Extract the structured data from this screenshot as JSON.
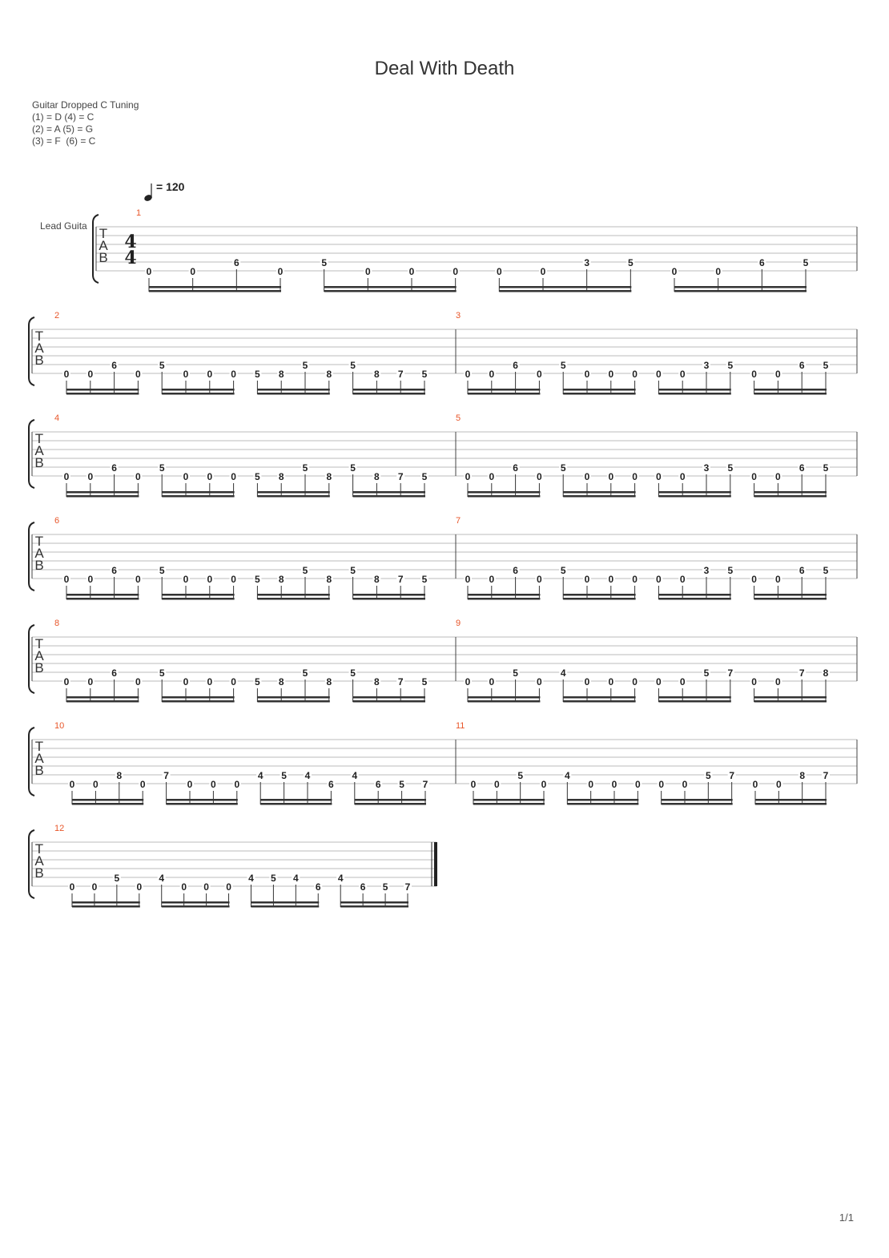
{
  "title": "Deal With Death",
  "tuning": {
    "name": "Guitar Dropped C Tuning",
    "lines": [
      "(1) = D (4) = C",
      "(2) = A (5) = G",
      "(3) = F  (6) = C"
    ]
  },
  "tempo": {
    "bpm_label": "= 120"
  },
  "instrument": "Lead Guita",
  "time_signature": {
    "top": "4",
    "bottom": "4"
  },
  "tab_clef": [
    "T",
    "A",
    "B"
  ],
  "page_number": "1/1",
  "measures": [
    {
      "number": "1",
      "notes": [
        [
          6,
          "0"
        ],
        [
          6,
          "0"
        ],
        [
          5,
          "6"
        ],
        [
          6,
          "0"
        ],
        [
          5,
          "5"
        ],
        [
          6,
          "0"
        ],
        [
          6,
          "0"
        ],
        [
          6,
          "0"
        ],
        [
          6,
          "0"
        ],
        [
          6,
          "0"
        ],
        [
          5,
          "3"
        ],
        [
          5,
          "5"
        ],
        [
          6,
          "0"
        ],
        [
          6,
          "0"
        ],
        [
          5,
          "6"
        ],
        [
          5,
          "5"
        ]
      ]
    },
    {
      "number": "2",
      "notes": [
        [
          6,
          "0"
        ],
        [
          6,
          "0"
        ],
        [
          5,
          "6"
        ],
        [
          6,
          "0"
        ],
        [
          5,
          "5"
        ],
        [
          6,
          "0"
        ],
        [
          6,
          "0"
        ],
        [
          6,
          "0"
        ],
        [
          6,
          "5"
        ],
        [
          6,
          "8"
        ],
        [
          5,
          "5"
        ],
        [
          6,
          "8"
        ],
        [
          5,
          "5"
        ],
        [
          6,
          "8"
        ],
        [
          6,
          "7"
        ],
        [
          6,
          "5"
        ]
      ]
    },
    {
      "number": "3",
      "notes": [
        [
          6,
          "0"
        ],
        [
          6,
          "0"
        ],
        [
          5,
          "6"
        ],
        [
          6,
          "0"
        ],
        [
          5,
          "5"
        ],
        [
          6,
          "0"
        ],
        [
          6,
          "0"
        ],
        [
          6,
          "0"
        ],
        [
          6,
          "0"
        ],
        [
          6,
          "0"
        ],
        [
          5,
          "3"
        ],
        [
          5,
          "5"
        ],
        [
          6,
          "0"
        ],
        [
          6,
          "0"
        ],
        [
          5,
          "6"
        ],
        [
          5,
          "5"
        ]
      ]
    },
    {
      "number": "4",
      "notes": [
        [
          6,
          "0"
        ],
        [
          6,
          "0"
        ],
        [
          5,
          "6"
        ],
        [
          6,
          "0"
        ],
        [
          5,
          "5"
        ],
        [
          6,
          "0"
        ],
        [
          6,
          "0"
        ],
        [
          6,
          "0"
        ],
        [
          6,
          "5"
        ],
        [
          6,
          "8"
        ],
        [
          5,
          "5"
        ],
        [
          6,
          "8"
        ],
        [
          5,
          "5"
        ],
        [
          6,
          "8"
        ],
        [
          6,
          "7"
        ],
        [
          6,
          "5"
        ]
      ]
    },
    {
      "number": "5",
      "notes": [
        [
          6,
          "0"
        ],
        [
          6,
          "0"
        ],
        [
          5,
          "6"
        ],
        [
          6,
          "0"
        ],
        [
          5,
          "5"
        ],
        [
          6,
          "0"
        ],
        [
          6,
          "0"
        ],
        [
          6,
          "0"
        ],
        [
          6,
          "0"
        ],
        [
          6,
          "0"
        ],
        [
          5,
          "3"
        ],
        [
          5,
          "5"
        ],
        [
          6,
          "0"
        ],
        [
          6,
          "0"
        ],
        [
          5,
          "6"
        ],
        [
          5,
          "5"
        ]
      ]
    },
    {
      "number": "6",
      "notes": [
        [
          6,
          "0"
        ],
        [
          6,
          "0"
        ],
        [
          5,
          "6"
        ],
        [
          6,
          "0"
        ],
        [
          5,
          "5"
        ],
        [
          6,
          "0"
        ],
        [
          6,
          "0"
        ],
        [
          6,
          "0"
        ],
        [
          6,
          "5"
        ],
        [
          6,
          "8"
        ],
        [
          5,
          "5"
        ],
        [
          6,
          "8"
        ],
        [
          5,
          "5"
        ],
        [
          6,
          "8"
        ],
        [
          6,
          "7"
        ],
        [
          6,
          "5"
        ]
      ]
    },
    {
      "number": "7",
      "notes": [
        [
          6,
          "0"
        ],
        [
          6,
          "0"
        ],
        [
          5,
          "6"
        ],
        [
          6,
          "0"
        ],
        [
          5,
          "5"
        ],
        [
          6,
          "0"
        ],
        [
          6,
          "0"
        ],
        [
          6,
          "0"
        ],
        [
          6,
          "0"
        ],
        [
          6,
          "0"
        ],
        [
          5,
          "3"
        ],
        [
          5,
          "5"
        ],
        [
          6,
          "0"
        ],
        [
          6,
          "0"
        ],
        [
          5,
          "6"
        ],
        [
          5,
          "5"
        ]
      ]
    },
    {
      "number": "8",
      "notes": [
        [
          6,
          "0"
        ],
        [
          6,
          "0"
        ],
        [
          5,
          "6"
        ],
        [
          6,
          "0"
        ],
        [
          5,
          "5"
        ],
        [
          6,
          "0"
        ],
        [
          6,
          "0"
        ],
        [
          6,
          "0"
        ],
        [
          6,
          "5"
        ],
        [
          6,
          "8"
        ],
        [
          5,
          "5"
        ],
        [
          6,
          "8"
        ],
        [
          5,
          "5"
        ],
        [
          6,
          "8"
        ],
        [
          6,
          "7"
        ],
        [
          6,
          "5"
        ]
      ]
    },
    {
      "number": "9",
      "notes": [
        [
          6,
          "0"
        ],
        [
          6,
          "0"
        ],
        [
          5,
          "5"
        ],
        [
          6,
          "0"
        ],
        [
          5,
          "4"
        ],
        [
          6,
          "0"
        ],
        [
          6,
          "0"
        ],
        [
          6,
          "0"
        ],
        [
          6,
          "0"
        ],
        [
          6,
          "0"
        ],
        [
          5,
          "5"
        ],
        [
          5,
          "7"
        ],
        [
          6,
          "0"
        ],
        [
          6,
          "0"
        ],
        [
          5,
          "7"
        ],
        [
          5,
          "8"
        ]
      ]
    },
    {
      "number": "10",
      "notes": [
        [
          6,
          "0"
        ],
        [
          6,
          "0"
        ],
        [
          5,
          "8"
        ],
        [
          6,
          "0"
        ],
        [
          5,
          "7"
        ],
        [
          6,
          "0"
        ],
        [
          6,
          "0"
        ],
        [
          6,
          "0"
        ],
        [
          5,
          "4"
        ],
        [
          5,
          "5"
        ],
        [
          5,
          "4"
        ],
        [
          6,
          "6"
        ],
        [
          5,
          "4"
        ],
        [
          6,
          "6"
        ],
        [
          6,
          "5"
        ],
        [
          6,
          "7"
        ]
      ]
    },
    {
      "number": "11",
      "notes": [
        [
          6,
          "0"
        ],
        [
          6,
          "0"
        ],
        [
          5,
          "5"
        ],
        [
          6,
          "0"
        ],
        [
          5,
          "4"
        ],
        [
          6,
          "0"
        ],
        [
          6,
          "0"
        ],
        [
          6,
          "0"
        ],
        [
          6,
          "0"
        ],
        [
          6,
          "0"
        ],
        [
          5,
          "5"
        ],
        [
          5,
          "7"
        ],
        [
          6,
          "0"
        ],
        [
          6,
          "0"
        ],
        [
          5,
          "8"
        ],
        [
          5,
          "7"
        ]
      ]
    },
    {
      "number": "12",
      "notes": [
        [
          6,
          "0"
        ],
        [
          6,
          "0"
        ],
        [
          5,
          "5"
        ],
        [
          6,
          "0"
        ],
        [
          5,
          "4"
        ],
        [
          6,
          "0"
        ],
        [
          6,
          "0"
        ],
        [
          6,
          "0"
        ],
        [
          5,
          "4"
        ],
        [
          5,
          "5"
        ],
        [
          5,
          "4"
        ],
        [
          6,
          "6"
        ],
        [
          5,
          "4"
        ],
        [
          6,
          "6"
        ],
        [
          6,
          "5"
        ],
        [
          6,
          "7"
        ]
      ]
    }
  ]
}
